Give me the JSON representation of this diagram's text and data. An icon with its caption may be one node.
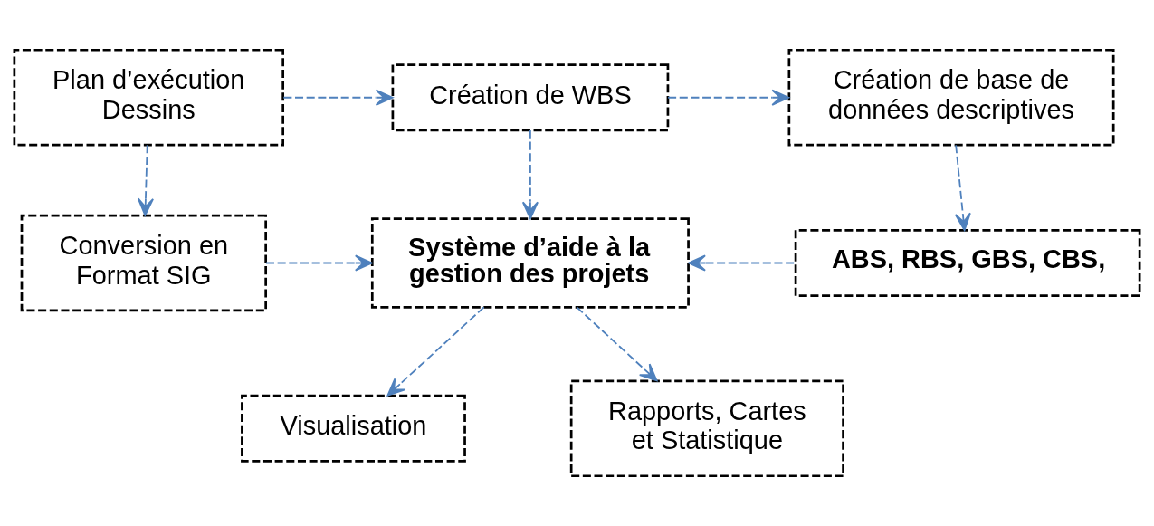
{
  "diagram": {
    "nodes": [
      {
        "text": [
          "Plan d’exécution",
          "Dessins"
        ]
      },
      {
        "text": [
          "Création de WBS"
        ]
      },
      {
        "text": [
          "Création de base de données descriptives"
        ]
      },
      {
        "text": [
          "Conversion en Format SIG"
        ]
      },
      {
        "text": [
          "Système d’aide à la gestion des projets"
        ]
      },
      {
        "text": [
          "ABS, RBS, GBS, CBS,"
        ]
      },
      {
        "text": [
          "Visualisation"
        ]
      },
      {
        "text": [
          "Rapports, Cartes et Statistique"
        ]
      }
    ],
    "edges": [
      {
        "from": 0,
        "to": 1,
        "arrow": "to",
        "style": "dashed"
      },
      {
        "from": 1,
        "to": 2,
        "arrow": "to",
        "style": "dashed"
      },
      {
        "from": 0,
        "to": 3,
        "arrow": "to",
        "style": "dashed"
      },
      {
        "from": 1,
        "to": 4,
        "arrow": "to",
        "style": "dashed"
      },
      {
        "from": 2,
        "to": 5,
        "arrow": "to",
        "style": "dashed"
      },
      {
        "from": 3,
        "to": 4,
        "arrow": "to",
        "style": "dashed"
      },
      {
        "from": 5,
        "to": 4,
        "arrow": "to",
        "style": "dashed"
      },
      {
        "from": 4,
        "to": 6,
        "arrow": "to",
        "style": "dashed"
      },
      {
        "from": 4,
        "to": 7,
        "arrow": "to",
        "style": "dashed"
      }
    ]
  }
}
